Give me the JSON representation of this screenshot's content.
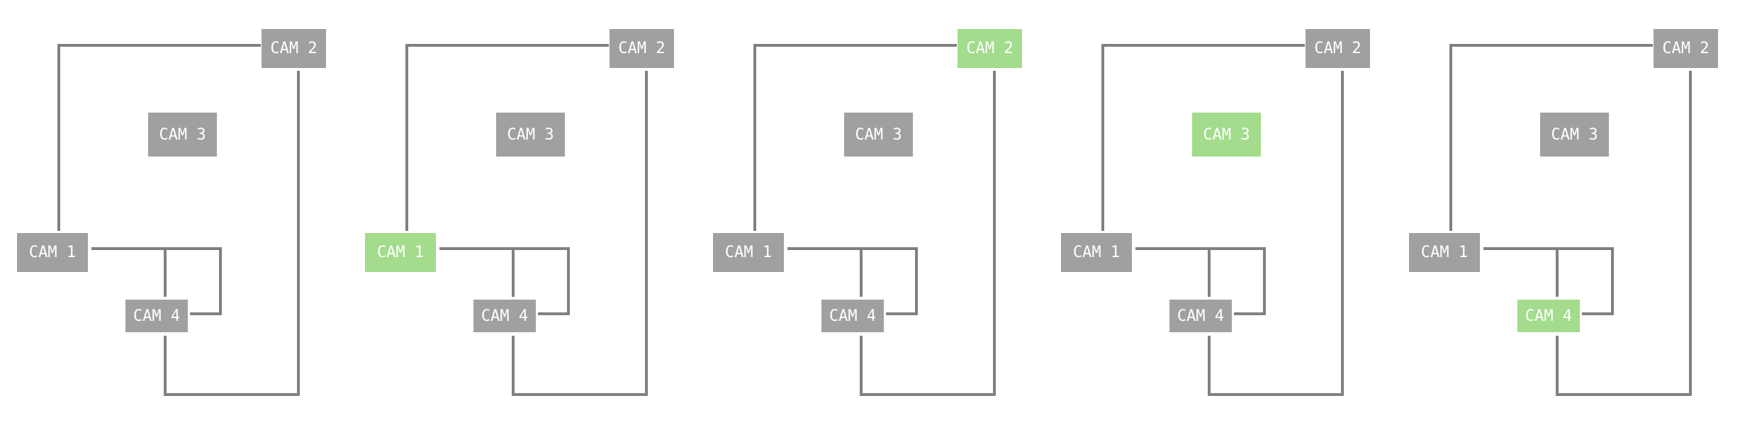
{
  "colors": {
    "line": "#808080",
    "node": "#a0a0a0",
    "highlight": "#a3dc8c",
    "text": "#ffffff",
    "background": "#ffffff"
  },
  "cameras": {
    "cam1": "CAM 1",
    "cam2": "CAM 2",
    "cam3": "CAM 3",
    "cam4": "CAM 4"
  },
  "panels": [
    {
      "highlighted": ""
    },
    {
      "highlighted": "cam1"
    },
    {
      "highlighted": "cam2"
    },
    {
      "highlighted": "cam3"
    },
    {
      "highlighted": "cam4"
    }
  ]
}
